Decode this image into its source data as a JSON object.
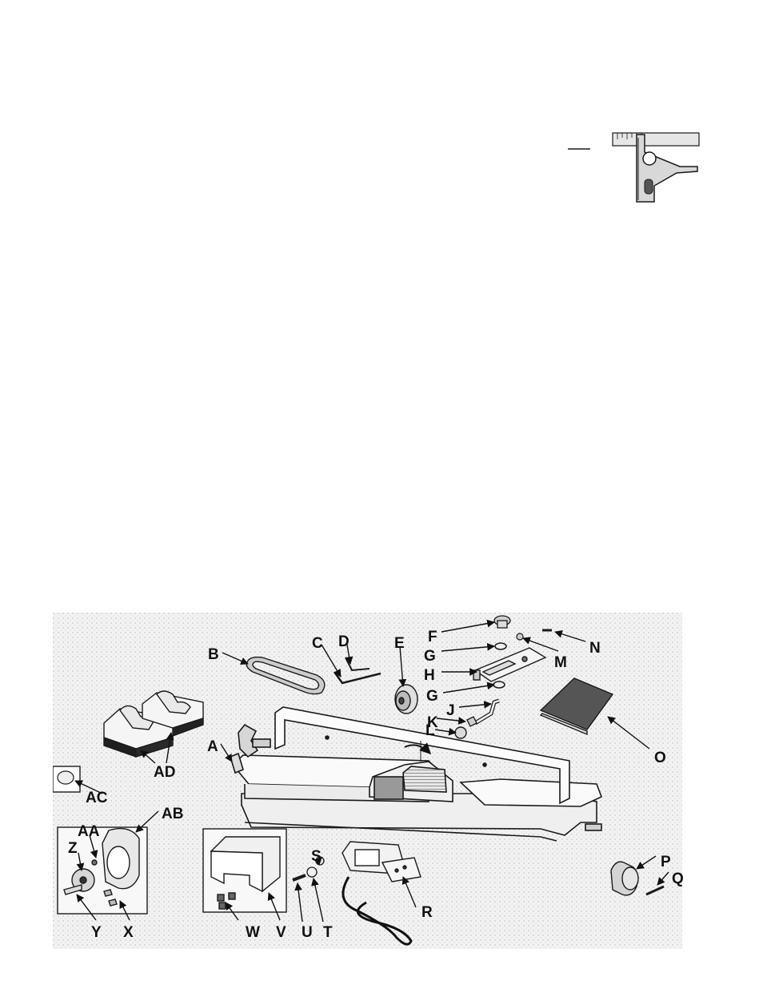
{
  "labels": {
    "A": "A",
    "B": "B",
    "C": "C",
    "D": "D",
    "E": "E",
    "F": "F",
    "G1": "G",
    "G2": "G",
    "H": "H",
    "J": "J",
    "K": "K",
    "L": "L",
    "M": "M",
    "N": "N",
    "O": "O",
    "P": "P",
    "Q": "Q",
    "R": "R",
    "S": "S",
    "T": "T",
    "U": "U",
    "V": "V",
    "W": "W",
    "X": "X",
    "Y": "Y",
    "Z": "Z",
    "AA": "AA",
    "AB": "AB",
    "AC": "AC",
    "AD": "AD"
  },
  "colors": {
    "ink": "#1a1a1a",
    "paper": "#ffffff",
    "stipple": "#dcdcdc",
    "part_fill": "#ededed"
  }
}
